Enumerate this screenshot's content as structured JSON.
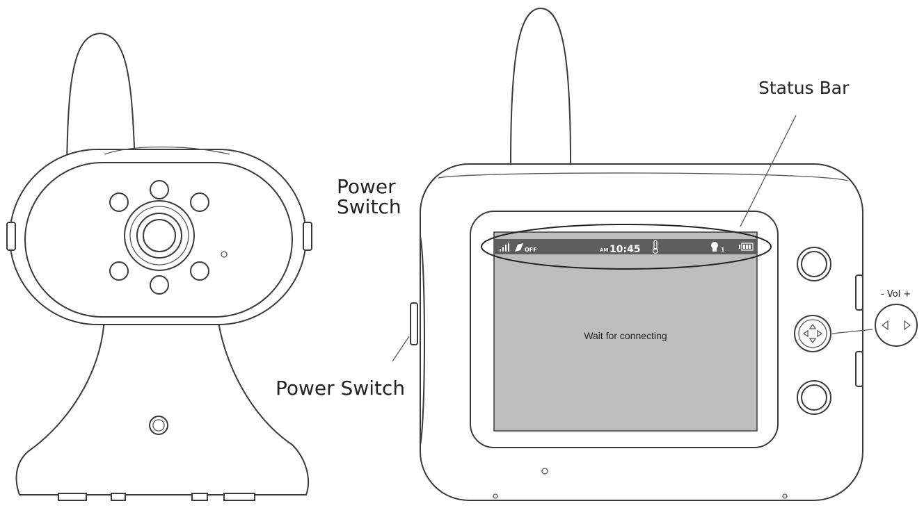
{
  "labels": {
    "status_bar": "Status Bar",
    "power_switch_top_line1": "Power",
    "power_switch_top_line2": "Switch",
    "power_switch_bottom": "Power Switch",
    "vol": "- Vol +"
  },
  "monitor_screen": {
    "status": {
      "time_prefix": "AM",
      "time": "10:45",
      "vox_text": "OFF",
      "camera_number": "1"
    },
    "message": "Wait for connecting"
  },
  "colors": {
    "outline": "#3a3a3a",
    "screen": "#bdbdbd",
    "status_bar": "#5e5e5e",
    "status_text": "#ffffff"
  },
  "icons": [
    "signal-icon",
    "vox-icon",
    "thermometer-icon",
    "camera-icon",
    "battery-icon",
    "camera-led-icon",
    "lens-icon"
  ]
}
